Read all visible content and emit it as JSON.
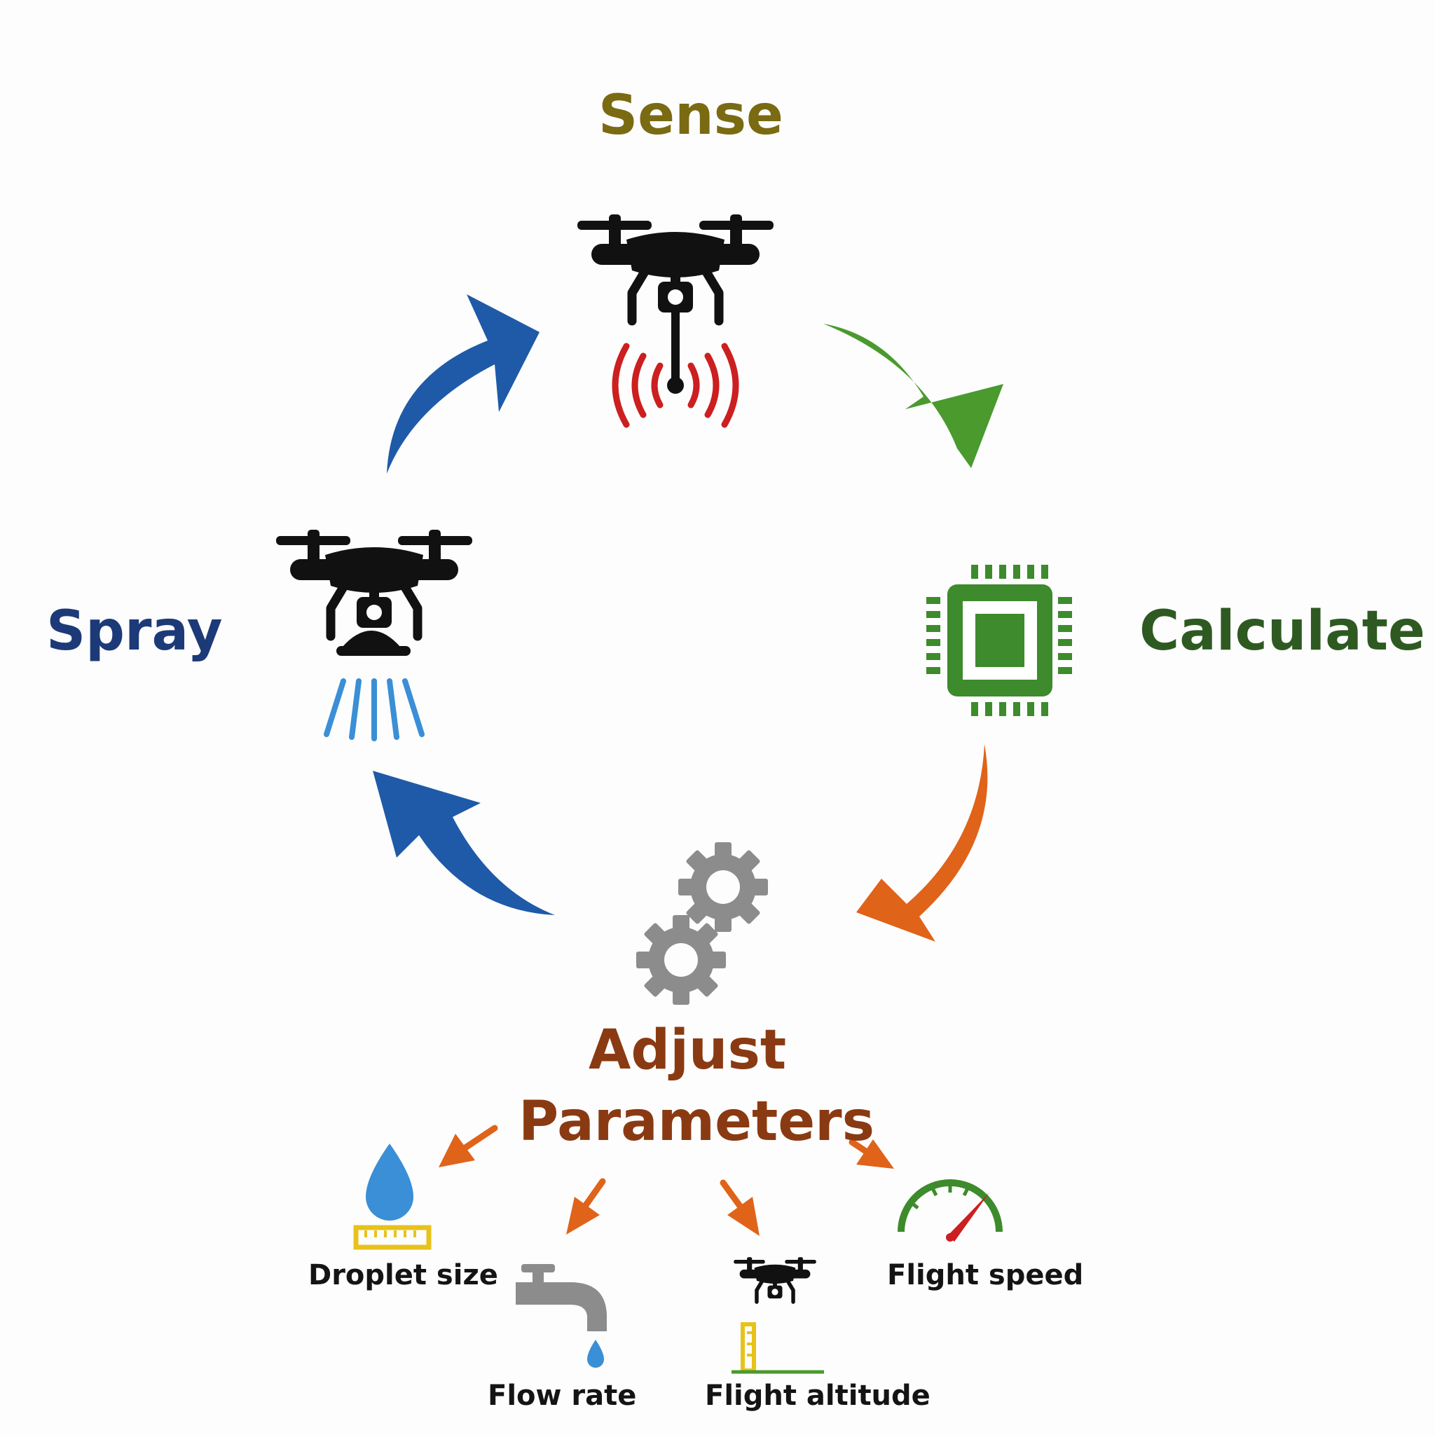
{
  "title": "Variable-rate drone spraying feedback loop",
  "colors": {
    "sense": "#7a6a12",
    "calculate": "#2e5a22",
    "spray": "#1c3a78",
    "adjust": "#8a3a12",
    "arrow_green": "#4a9a2e",
    "arrow_orange": "#e0631a",
    "arrow_blue": "#1e5aa8",
    "chip_green": "#3d8b2c",
    "signal_red": "#cc1f1f",
    "gear_gray": "#8c8c8c",
    "water_blue": "#3a8fd6",
    "ruler_yellow": "#e8c21a"
  },
  "stages": {
    "sense": {
      "label": "Sense",
      "icon": "drone-sensor-icon"
    },
    "calculate": {
      "label": "Calculate",
      "icon": "processor-chip-icon"
    },
    "adjust": {
      "label_line1": "Adjust",
      "label_line2": "Parameters",
      "icon": "gears-icon"
    },
    "spray": {
      "label": "Spray",
      "icon": "drone-sprayer-icon"
    }
  },
  "parameters": [
    {
      "label": "Droplet size",
      "icon": "droplet-ruler-icon"
    },
    {
      "label": "Flow rate",
      "icon": "faucet-icon"
    },
    {
      "label": "Flight altitude",
      "icon": "drone-altitude-icon"
    },
    {
      "label": "Flight speed",
      "icon": "speedometer-icon"
    }
  ]
}
